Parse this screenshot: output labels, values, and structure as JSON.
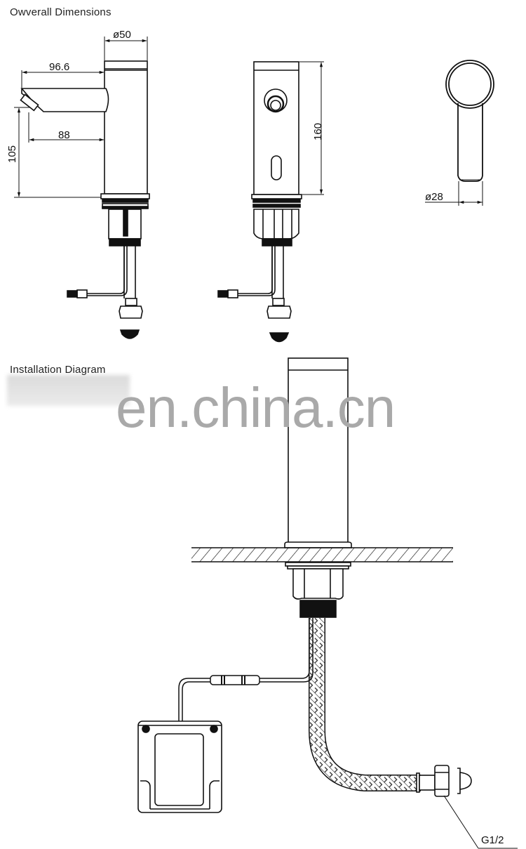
{
  "sections": {
    "overall_title": "Owverall Dimensions",
    "install_title": "Installation Diagram"
  },
  "dimensions": {
    "body_diameter": "ø50",
    "spout_length": "96.6",
    "spout_reach": "88",
    "spout_height": "105",
    "total_height": "160",
    "spout_diameter": "ø28"
  },
  "annotations": {
    "connection_thread": "G1/2"
  },
  "watermark": "en.china.cn",
  "colors": {
    "line": "#111111",
    "watermark": "#a9a9a9",
    "background": "#ffffff"
  }
}
